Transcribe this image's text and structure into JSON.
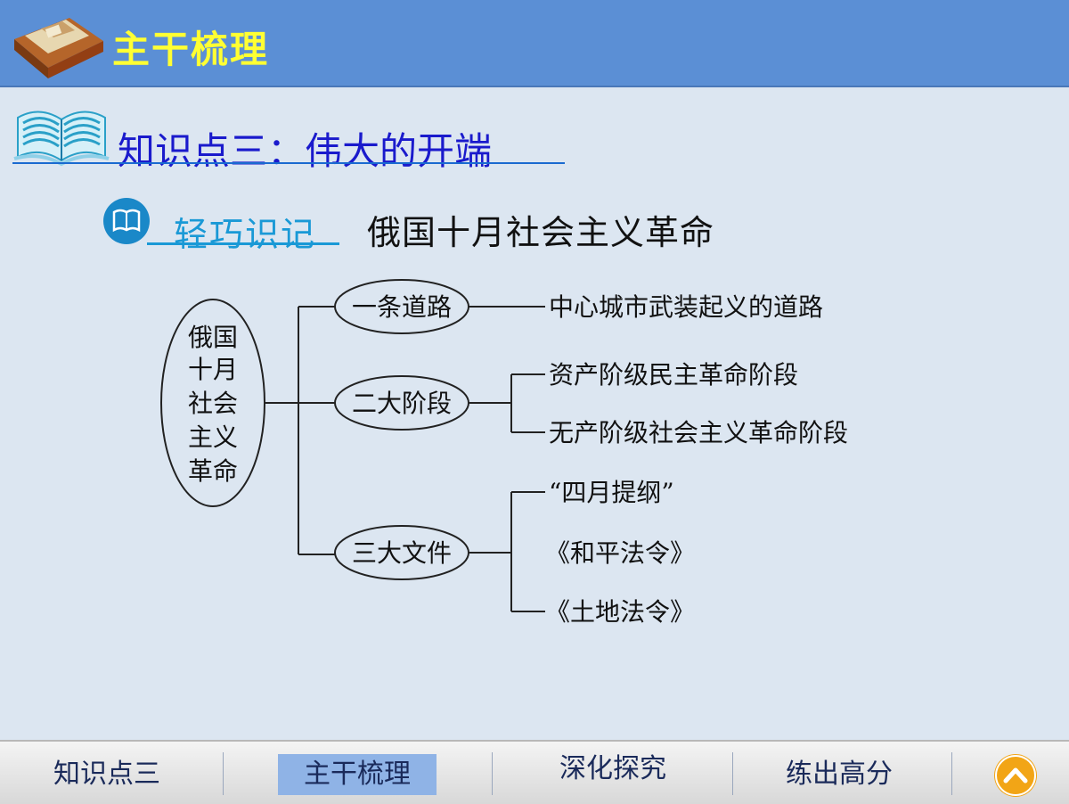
{
  "header": {
    "title": "主干梳理"
  },
  "section": {
    "title": "知识点三：伟大的开端"
  },
  "memo": {
    "label": "轻巧识记",
    "topic": "俄国十月社会主义革命"
  },
  "mindmap": {
    "root_lines": [
      "俄国",
      "十月",
      "社会",
      "主义",
      "革命"
    ],
    "branches": [
      {
        "label": "一条道路",
        "items": [
          "中心城市武装起义的道路"
        ]
      },
      {
        "label": "二大阶段",
        "items": [
          "资产阶级民主革命阶段",
          "无产阶级社会主义革命阶段"
        ]
      },
      {
        "label": "三大文件",
        "items": [
          "“四月提纲”",
          "《和平法令》",
          "《土地法令》"
        ]
      }
    ]
  },
  "footer": {
    "nav": [
      "知识点三",
      "主干梳理",
      "深化探究",
      "练出高分"
    ],
    "active_index": 1
  },
  "colors": {
    "header_bg": "#5b8fd5",
    "header_title": "#ffff33",
    "section_title": "#1a1acc",
    "memo_accent": "#1a99d6",
    "home_button": "#f2a516"
  }
}
